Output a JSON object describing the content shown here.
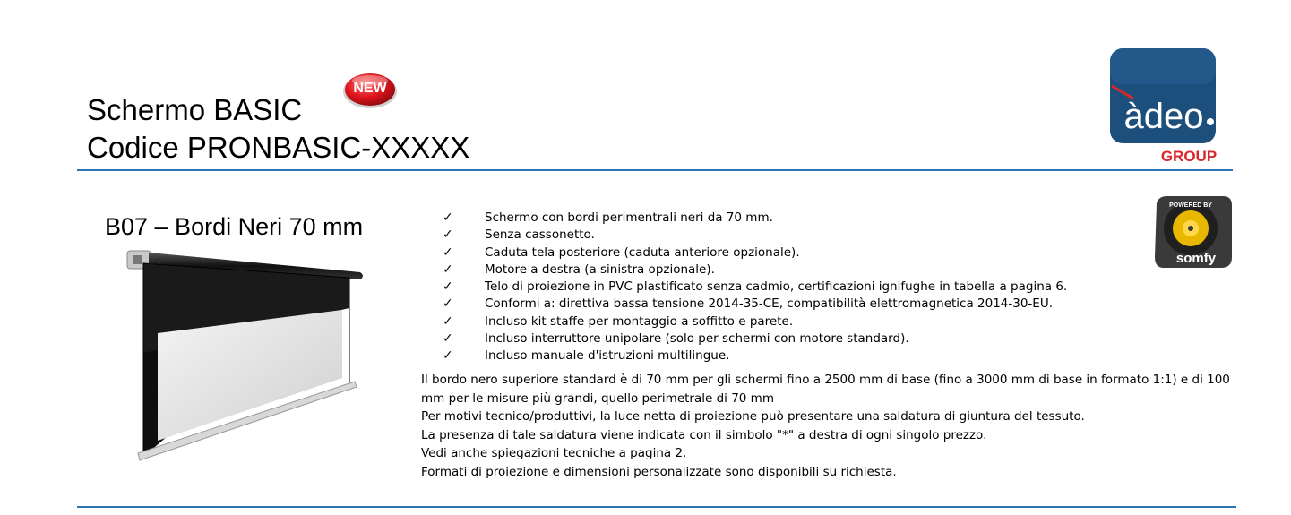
{
  "header": {
    "title_line1": "Schermo BASIC",
    "title_line2": "Codice PRONBASIC-XXXXX",
    "new_badge": "NEW",
    "brand_logo": {
      "name": "adeo-group-logo",
      "text": "àdeo",
      "subtext": "GROUP"
    }
  },
  "powered_badge": {
    "name": "powered-by-somfy-badge",
    "top_text": "POWERED BY",
    "brand": "somfy"
  },
  "product": {
    "subtitle": "B07 – Bordi Neri 70 mm",
    "image": "projection-screen-image"
  },
  "features": [
    "Schermo con bordi perimentrali neri da 70 mm.",
    "Senza cassonetto.",
    "Caduta tela posteriore (caduta anteriore opzionale).",
    "Motore a destra (a sinistra opzionale).",
    "Telo di proiezione in PVC plastificato senza cadmio, certificazioni ignifughe in tabella a pagina 6.",
    "Conformi a: direttiva bassa tensione 2014-35-CE, compatibilità elettromagnetica 2014-30-EU.",
    "Incluso kit staffe per montaggio a soffitto e parete.",
    "Incluso interruttore unipolare (solo per schermi con motore standard).",
    "Incluso manuale d'istruzioni multilingue."
  ],
  "check_symbol": "✓",
  "paragraphs": [
    "Il bordo nero superiore standard è di 70 mm per gli schermi fino a 2500 mm di base (fino a 3000 mm di base in formato 1:1) e di 100 mm per le misure più grandi, quello perimetrale di 70 mm",
    "Per motivi tecnico/produttivi, la luce netta di proiezione può presentare una saldatura di giuntura del tessuto.",
    "La presenza di tale saldatura viene indicata con il simbolo \"*\" a destra di ogni singolo prezzo.",
    "Vedi anche spiegazioni tecniche a pagina 2.",
    "Formati di proiezione e dimensioni personalizzate sono disponibili su richiesta."
  ],
  "colors": {
    "rule": "#2e74b5",
    "adeo_blue": "#1d4f7c",
    "group_red": "#d9262b",
    "new_red": "#e0141c"
  }
}
